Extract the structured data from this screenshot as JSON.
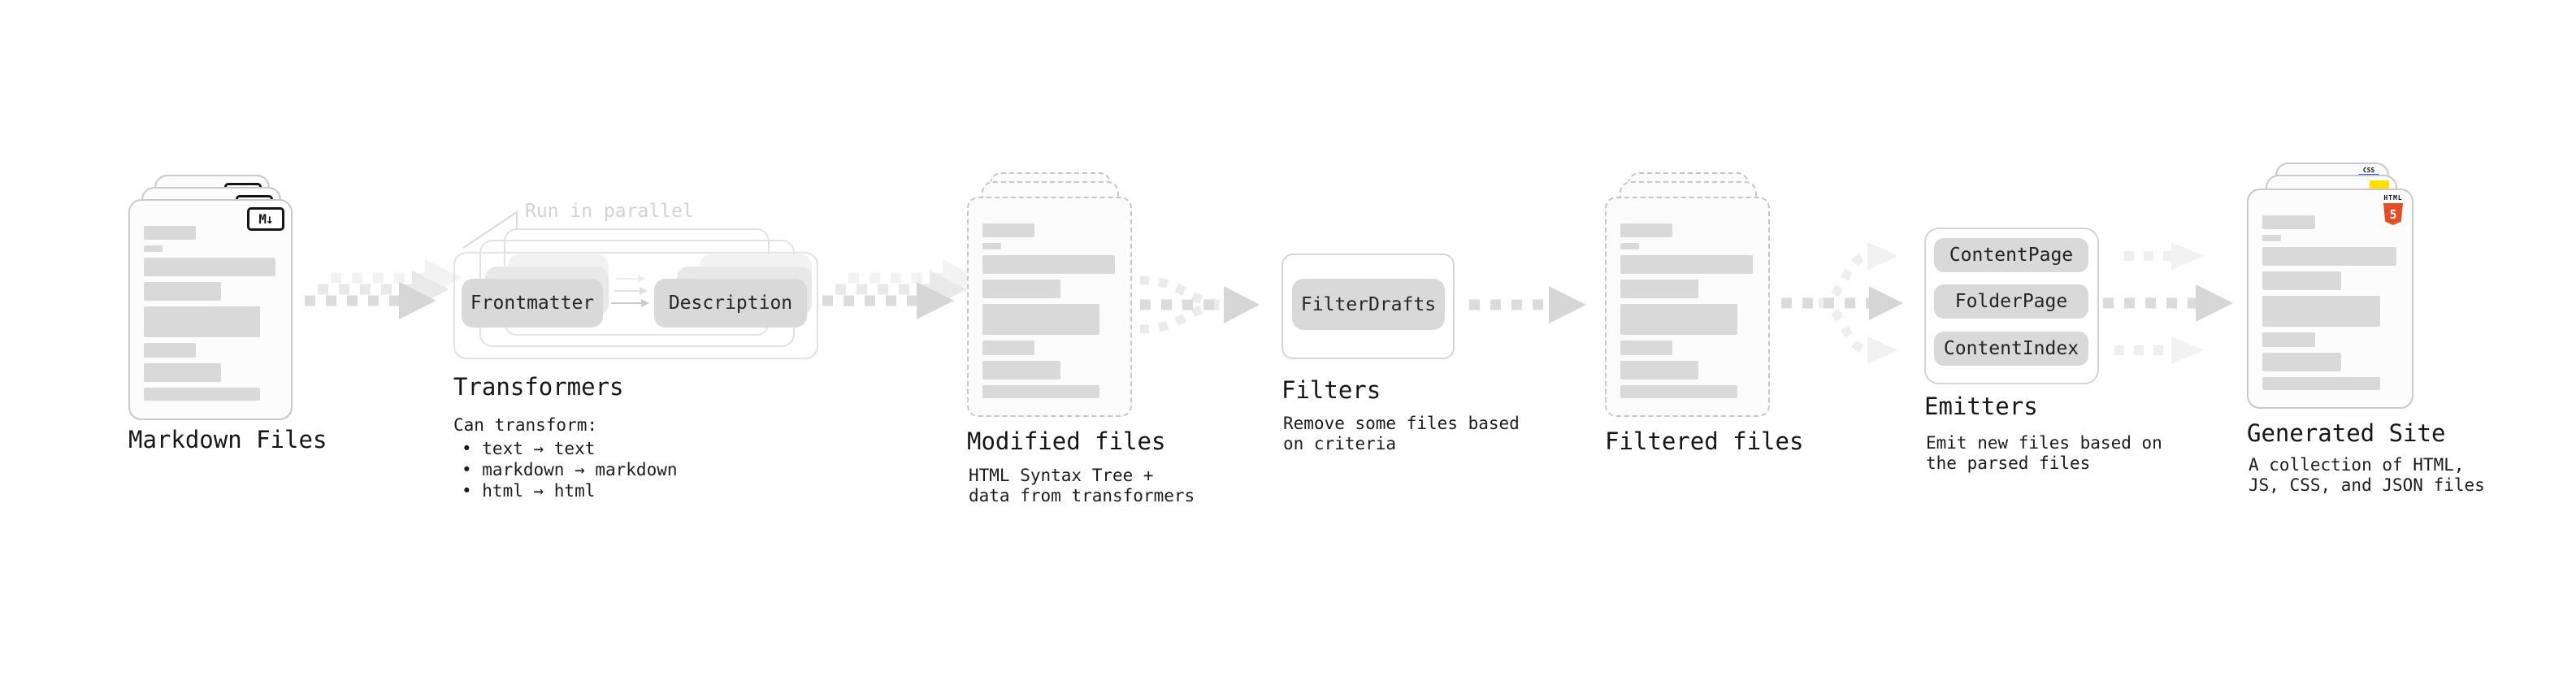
{
  "palette": {
    "background": "#ffffff",
    "card_border": "#c9c9c9",
    "placeholder_bar": "#d9d9d9",
    "component_box": "#d9d9d9",
    "frame_border": "#e2e2e2",
    "arrow_main": "#d9d9d9",
    "arrow_ghost": "#eeeeee",
    "annotation_text": "#d2d2d2",
    "text_dark": "#1a1a1a",
    "html5_orange": "#e44d26",
    "js_yellow": "#ffe000",
    "css_blue": "#2965f1"
  },
  "stages": {
    "markdown_files": {
      "label": "Markdown Files",
      "badge": "M↓"
    },
    "transformers": {
      "label": "Transformers",
      "annotation": "Run in parallel",
      "box1": "Frontmatter",
      "box2": "Description",
      "desc_title": "Can transform:",
      "bullets": [
        "• text → text",
        "• markdown → markdown",
        "• html → html"
      ]
    },
    "modified_files": {
      "label": "Modified files",
      "desc_lines": [
        "HTML Syntax Tree +",
        "data from transformers"
      ]
    },
    "filters": {
      "label": "Filters",
      "box1": "FilterDrafts",
      "desc_lines": [
        "Remove some files based",
        "on criteria"
      ]
    },
    "filtered_files": {
      "label": "Filtered files"
    },
    "emitters": {
      "label": "Emitters",
      "boxes": [
        "ContentPage",
        "FolderPage",
        "ContentIndex"
      ],
      "desc_lines": [
        "Emit new files based on",
        "the parsed files"
      ]
    },
    "generated_site": {
      "label": "Generated Site",
      "desc_lines": [
        "A collection of HTML,",
        "JS, CSS, and JSON files"
      ],
      "badges": {
        "css": "CSS",
        "html_label": "HTML",
        "html_number": "5"
      }
    }
  }
}
